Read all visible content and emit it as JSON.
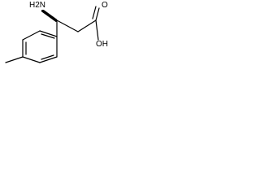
{
  "molecule": {
    "labels": {
      "amine": "H2N",
      "hydroxyl": "OH",
      "oxygen": "O"
    },
    "colors": {
      "bond": "#000000",
      "text": "#000000",
      "background": "#ffffff"
    }
  }
}
